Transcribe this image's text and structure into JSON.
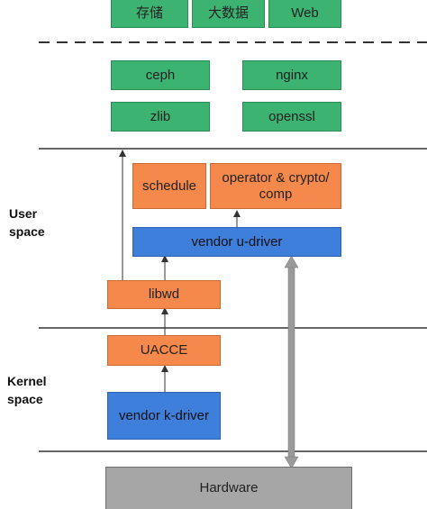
{
  "top_row": {
    "storage": "存储",
    "bigdata": "大数据",
    "web": "Web"
  },
  "libs": {
    "ceph": "ceph",
    "nginx": "nginx",
    "zlib": "zlib",
    "openssl": "openssl"
  },
  "user_space": {
    "label_line1": "User",
    "label_line2": "space",
    "schedule": "schedule",
    "operator_line1": "operator & crypto/",
    "operator_line2": "comp",
    "vendor_u_driver": "vendor u-driver",
    "libwd": "libwd"
  },
  "kernel_space": {
    "label_line1": "Kernel",
    "label_line2": "space",
    "uacce": "UACCE",
    "vendor_k_driver": "vendor k-driver"
  },
  "hardware": "Hardware",
  "colors": {
    "green": "#3cb371",
    "orange": "#f4894b",
    "blue": "#3f7fdc",
    "gray": "#a6a6a6"
  }
}
